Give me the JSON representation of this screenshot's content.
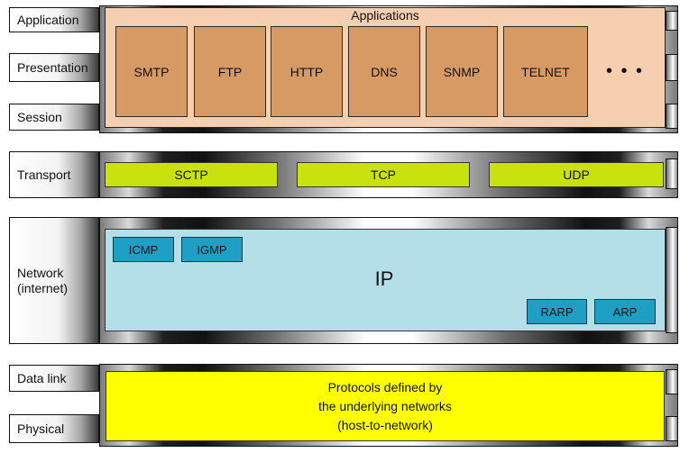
{
  "layers": {
    "application": "Application",
    "presentation": "Presentation",
    "session": "Session",
    "transport": "Transport",
    "network_line1": "Network",
    "network_line2": "(internet)",
    "data_link": "Data link",
    "physical": "Physical"
  },
  "applications": {
    "title": "Applications",
    "protocols": [
      "SMTP",
      "FTP",
      "HTTP",
      "DNS",
      "SNMP",
      "TELNET"
    ],
    "ellipsis": "• • •"
  },
  "transport": {
    "protocols": [
      "SCTP",
      "TCP",
      "UDP"
    ]
  },
  "network": {
    "ip": "IP",
    "top_protocols": [
      "ICMP",
      "IGMP"
    ],
    "bottom_protocols": [
      "RARP",
      "ARP"
    ]
  },
  "datalink": {
    "lines": [
      "Protocols defined by",
      "the underlying networks",
      "(host-to-network)"
    ]
  },
  "colors": {
    "applications_panel": "#f5cfb0",
    "application_box": "#d89a65",
    "transport_box": "#c9e20e",
    "ip_panel": "#b5dfe8",
    "network_box": "#1f9fc4",
    "datalink_panel": "#ffff00"
  }
}
